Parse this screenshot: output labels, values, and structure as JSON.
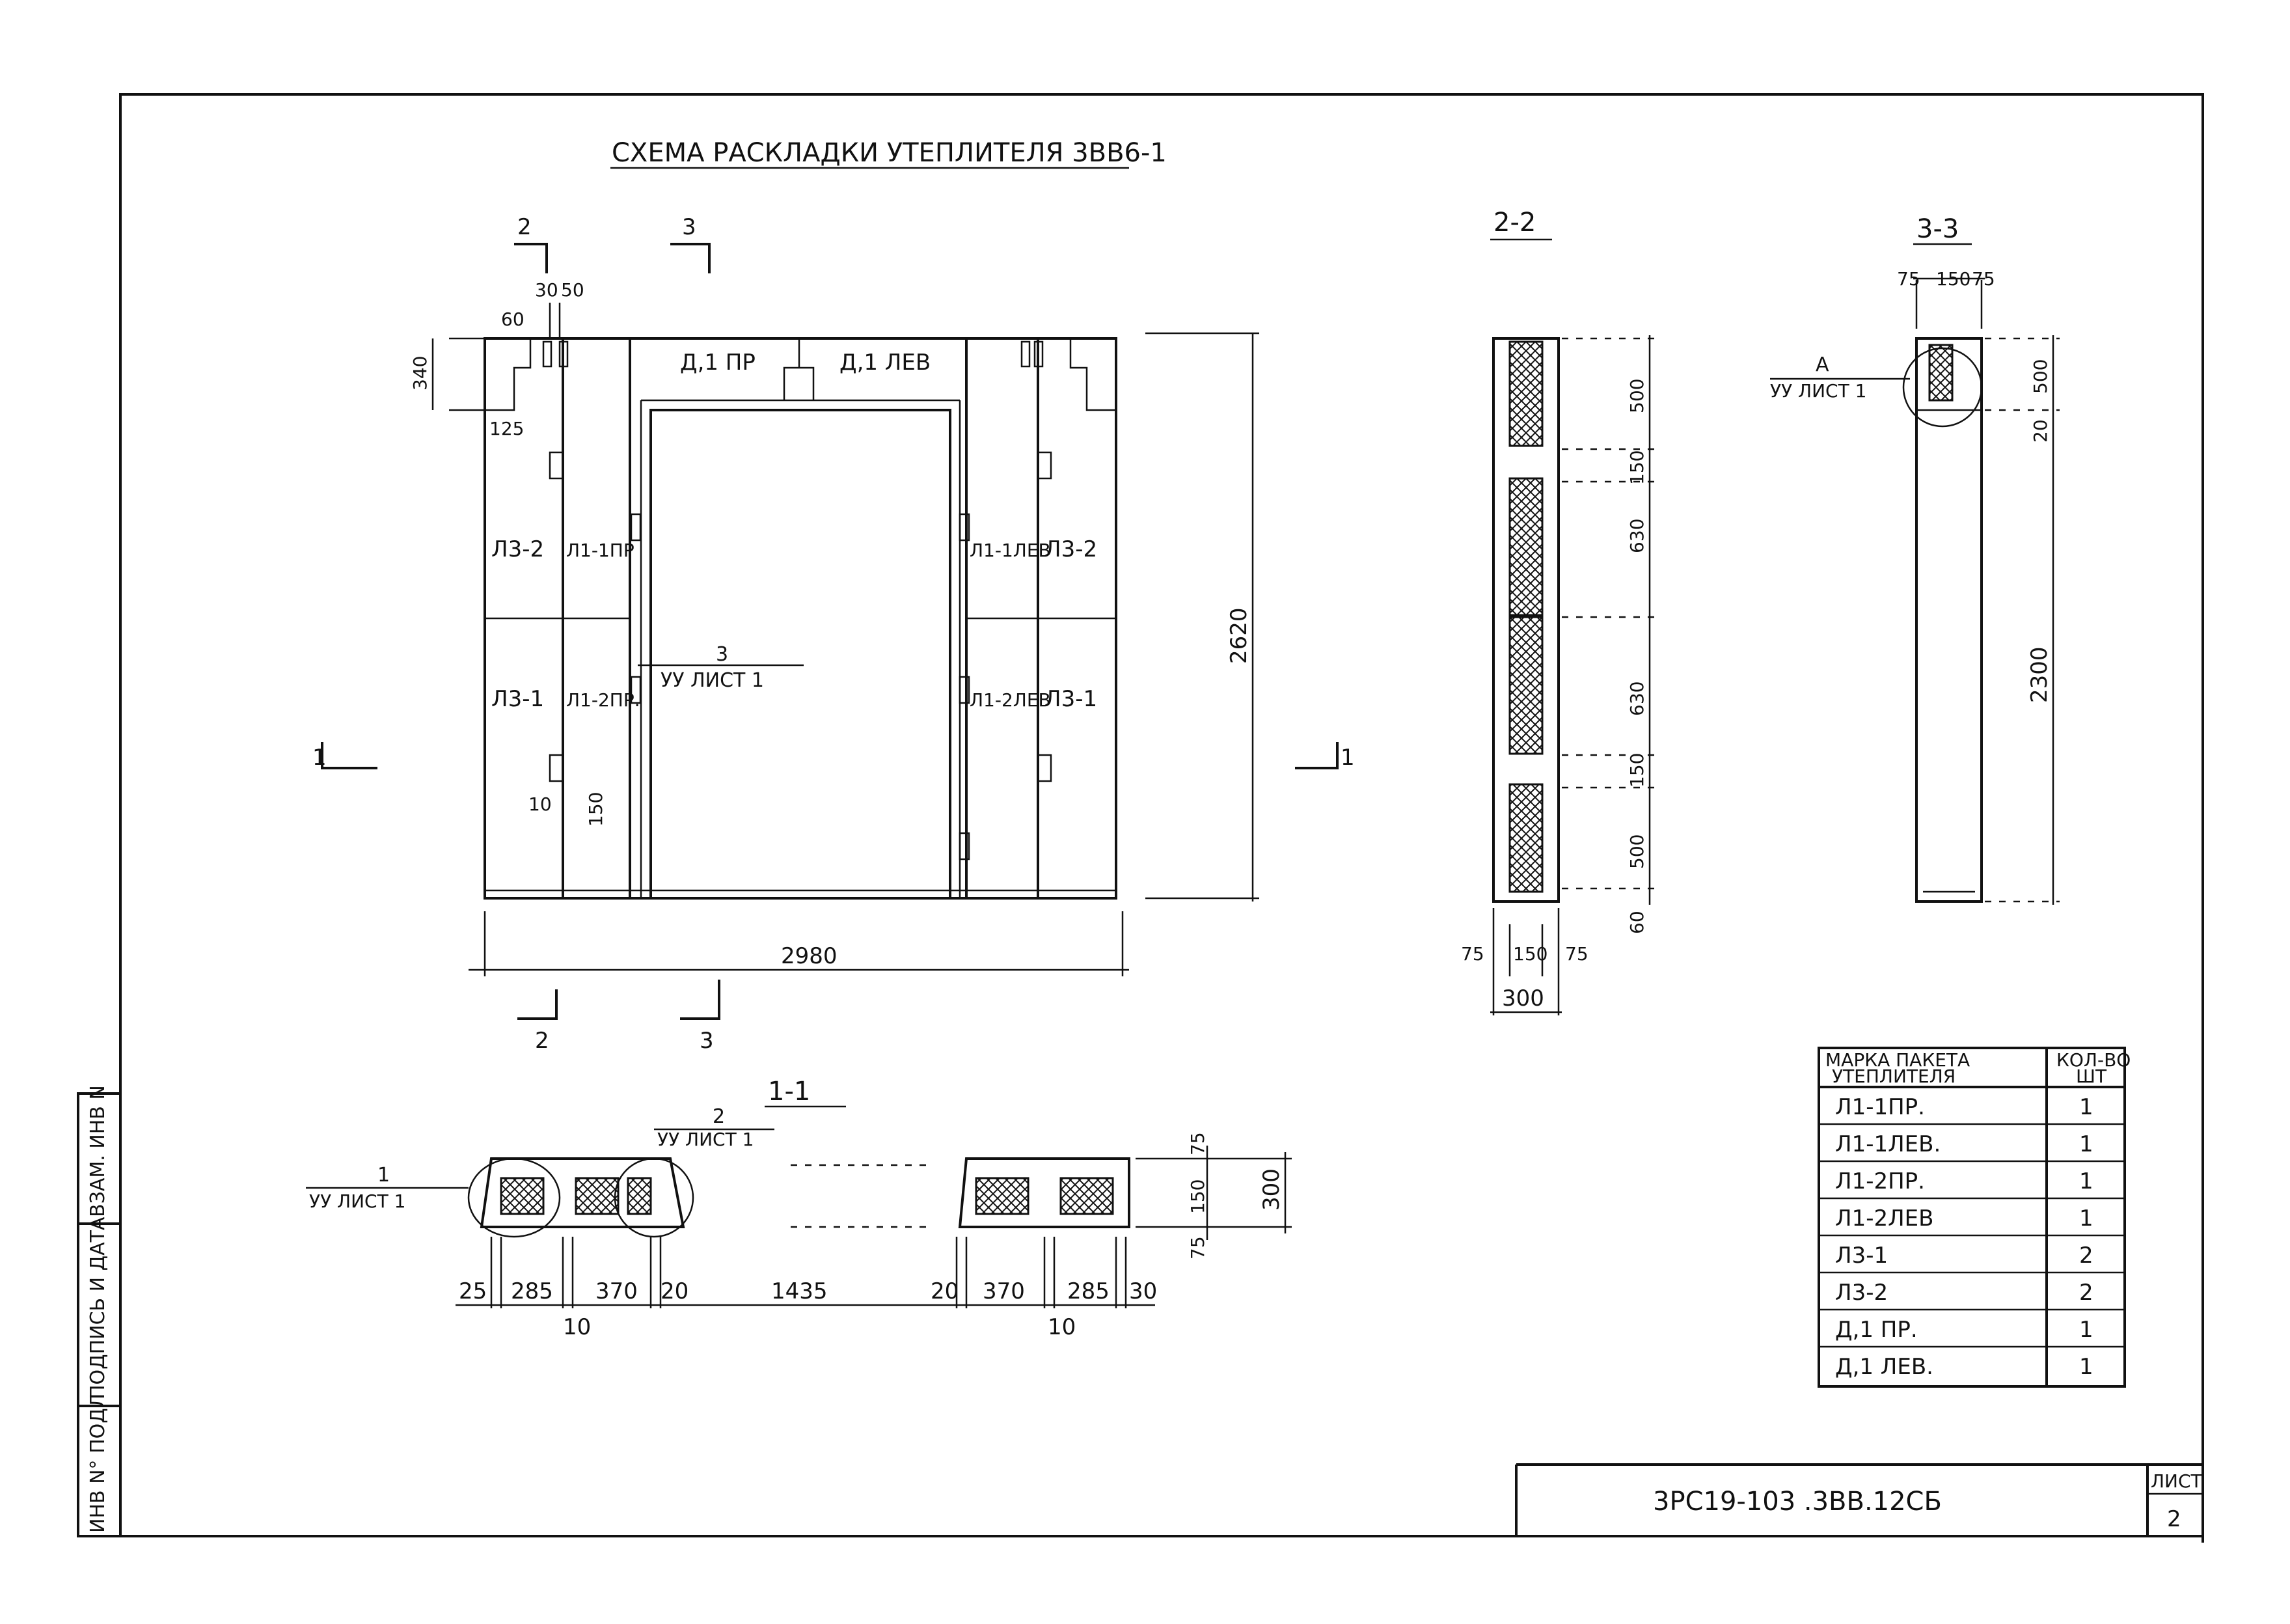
{
  "title": "СХЕМА РАСКЛАДКИ УТЕПЛИТЕЛЯ 3ВВ6-1",
  "elevation": {
    "section_marks": [
      "2",
      "3",
      "1",
      "1",
      "2",
      "3"
    ],
    "top_dims": [
      "30",
      "50",
      "60",
      "340",
      "125"
    ],
    "labels": {
      "d1pr": "Д,1 ПР",
      "d1lev": "Д,1 ЛЕВ",
      "l32a": "Л3-2",
      "l11pr": "Л1-1ПР",
      "l11lev": "Л1-1ЛЕВ",
      "l32b": "Л3-2",
      "l31a": "Л3-1",
      "l12pr": "Л1-2ПР.",
      "l12lev": "Л1-2ЛЕВ",
      "l31b": "Л3-1"
    },
    "callout_num": "3",
    "callout_ref": "УУ ЛИСТ 1",
    "height": "2620",
    "width": "2980",
    "small_dims": [
      "150",
      "10"
    ]
  },
  "section_1_1": {
    "title": "1-1",
    "callout1_num": "1",
    "callout1_ref": "УУ ЛИСТ 1",
    "callout2_num": "2",
    "callout2_ref": "УУ ЛИСТ 1",
    "bottom_dims": [
      "25",
      "285",
      "370",
      "20",
      "1435",
      "20",
      "370",
      "285",
      "30"
    ],
    "sub_dims": [
      "10",
      "10"
    ],
    "right_dims": [
      "75",
      "150",
      "75",
      "300"
    ]
  },
  "section_2_2": {
    "title": "2-2",
    "right_dims": [
      "500",
      "150",
      "630",
      "630",
      "150",
      "500",
      "60"
    ],
    "bottom_dims": [
      "75",
      "150",
      "75",
      "300"
    ]
  },
  "section_3_3": {
    "title": "3-3",
    "top_dims": [
      "75",
      "150",
      "75"
    ],
    "callout_letter": "А",
    "callout_ref": "УУ ЛИСТ 1",
    "right_dims": [
      "500",
      "20",
      "2300"
    ]
  },
  "table": {
    "headers": [
      "МАРКА ПАКЕТА УТЕПЛИТЕЛЯ",
      "КОЛ-ВО ШТ"
    ],
    "rows": [
      [
        "Л1-1ПР.",
        "1"
      ],
      [
        "Л1-1ЛЕВ.",
        "1"
      ],
      [
        "Л1-2ПР.",
        "1"
      ],
      [
        "Л1-2ЛЕВ",
        "1"
      ],
      [
        "Л3-1",
        "2"
      ],
      [
        "Л3-2",
        "2"
      ],
      [
        "Д,1 ПР.",
        "1"
      ],
      [
        "Д,1 ЛЕВ.",
        "1"
      ]
    ]
  },
  "stamp": {
    "code": "3РС19-103 .3ВВ.12СБ",
    "sheet_label": "ЛИСТ",
    "sheet_num": "2"
  },
  "side_stamp": {
    "col1": "ИНВ N° ПОДЛ",
    "col2": "ПОДПИСЬ И ДАТА",
    "col3": "ВЗАМ. ИНВ N"
  }
}
